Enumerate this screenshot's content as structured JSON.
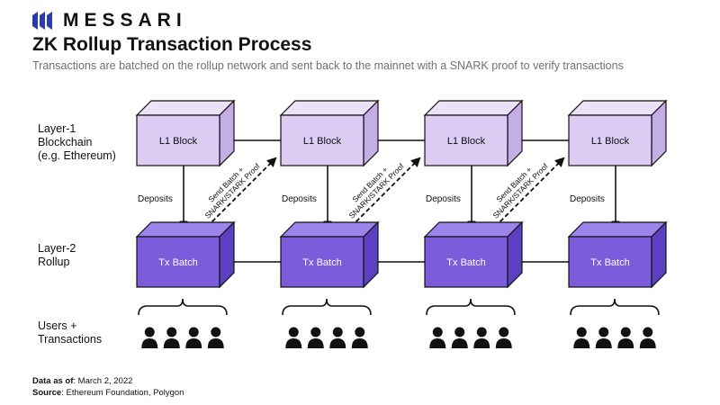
{
  "brand": {
    "name": "MESSARI"
  },
  "header": {
    "title": "ZK Rollup Transaction Process",
    "subtitle": "Transactions are batched on the rollup network and sent back to the mainnet with a SNARK proof to verify transactions"
  },
  "rows": {
    "layer1": [
      "Layer-1",
      "Blockchain",
      "(e.g. Ethereum)"
    ],
    "layer2": [
      "Layer-2",
      "Rollup"
    ],
    "users": [
      "Users +",
      "Transactions"
    ]
  },
  "diagram": {
    "l1_blocks": [
      "L1 Block",
      "L1 Block",
      "L1 Block",
      "L1 Block"
    ],
    "tx_batches": [
      "Tx Batch",
      "Tx Batch",
      "Tx Batch",
      "Tx Batch"
    ],
    "deposits_labels": [
      "Deposits",
      "Deposits",
      "Deposits",
      "Deposits"
    ],
    "send_batch_labels": [
      [
        "Send Batch +",
        "SNARK/STARK Proof"
      ],
      [
        "Send Batch +",
        "SNARK/STARK Proof"
      ],
      [
        "Send Batch +",
        "SNARK/STARK Proof"
      ]
    ],
    "users_per_group": 4,
    "colors": {
      "l1_front": "#dccbf2",
      "l1_top": "#ece2f8",
      "l1_side": "#c4aee6",
      "tx_front": "#7a5cdb",
      "tx_top": "#9c84ea",
      "tx_side": "#5d3fc4",
      "edge": "#111111",
      "tx_text": "#ffffff"
    },
    "icons": {
      "user": "person-icon",
      "brace": "brace-icon"
    }
  },
  "footer": {
    "data_as_of_label": "Data as of",
    "data_as_of_value": ": March 2, 2022",
    "source_label": "Source",
    "source_value": ": Ethereum Foundation, Polygon"
  }
}
